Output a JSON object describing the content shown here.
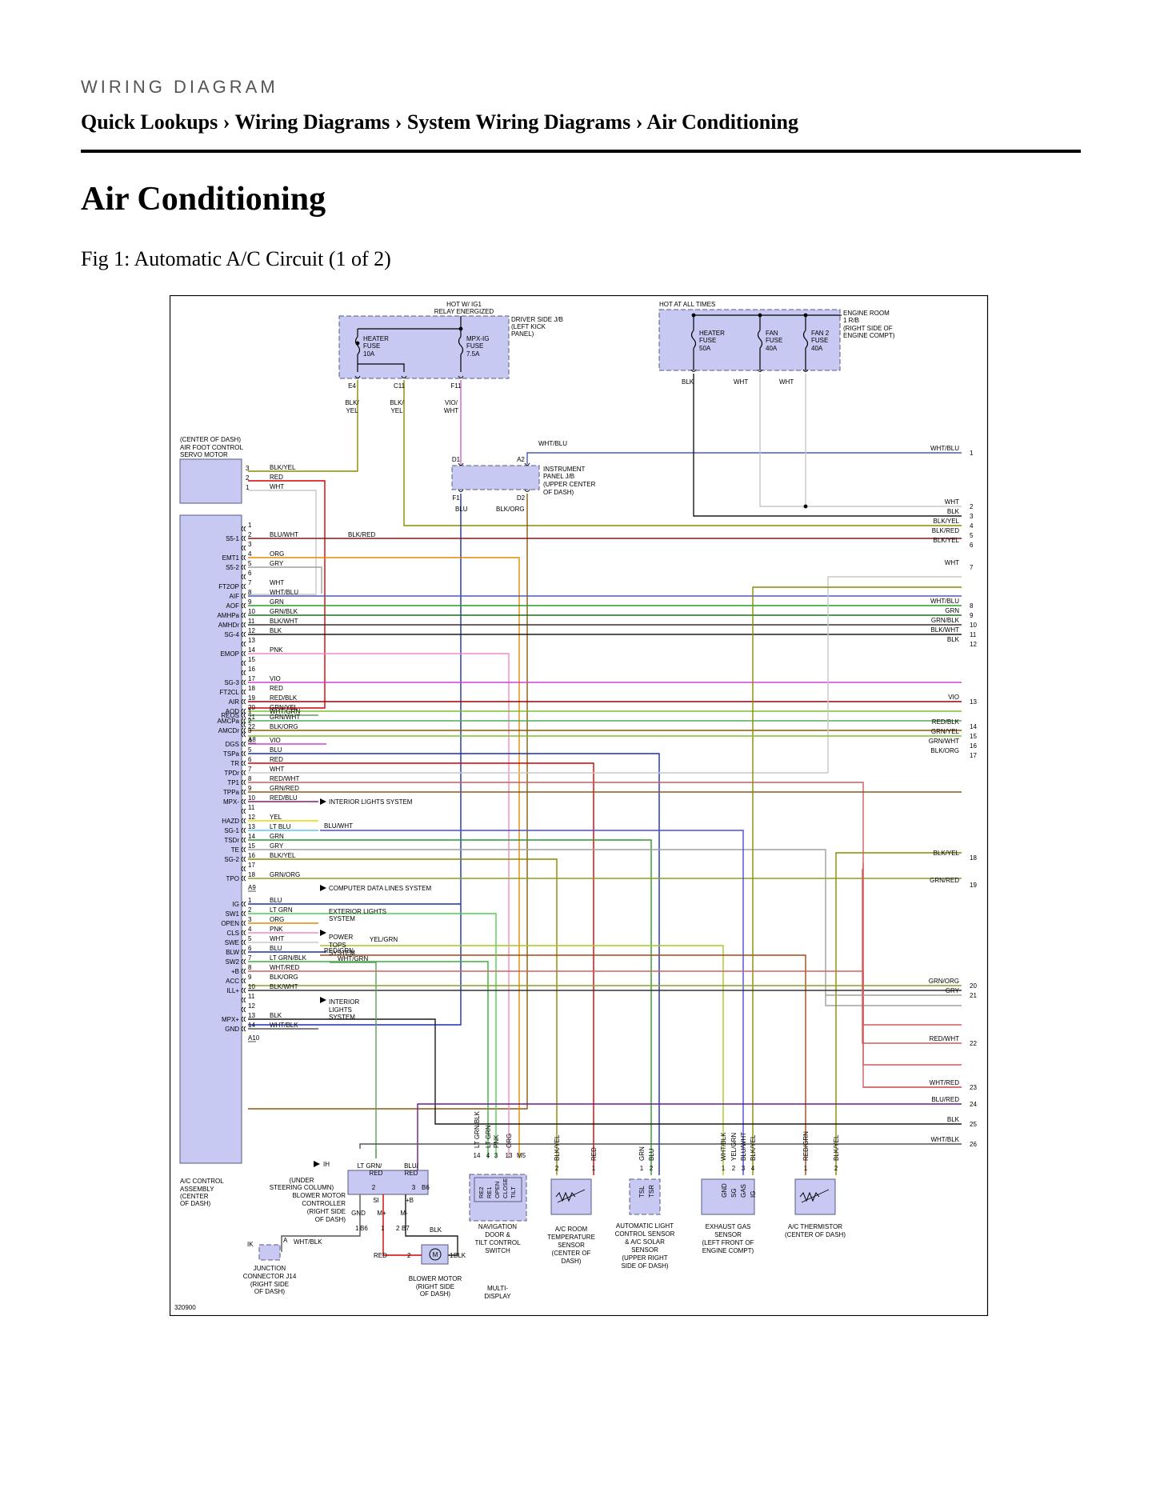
{
  "header": {
    "kicker": "WIRING DIAGRAM",
    "breadcrumbs": [
      "Quick Lookups",
      "Wiring Diagrams",
      "System Wiring Diagrams",
      "Air Conditioning"
    ],
    "separator": " › "
  },
  "page": {
    "title": "Air Conditioning",
    "figure_caption": "Fig 1: Automatic A/C Circuit (1 of 2)"
  },
  "diagram": {
    "figure_id": "320900",
    "colors": {
      "module": "#c7c9f2",
      "module_stroke": "#5a5a80",
      "frame": "#000000"
    },
    "labels": {
      "hot_ig1": "HOT W/ IG1",
      "relay": "RELAY ENERGIZED",
      "hot_all": "HOT AT ALL TIMES",
      "driver_jb_1": "DRIVER SIDE J/B",
      "driver_jb_2": "(LEFT KICK",
      "driver_jb_3": "PANEL)",
      "er_rb_1": "ENGINE ROOM",
      "er_rb_2": "1 R/B",
      "er_rb_3": "(RIGHT SIDE OF",
      "er_rb_4": "ENGINE COMPT)",
      "ip_jb_1": "INSTRUMENT",
      "ip_jb_2": "PANEL J/B",
      "ip_jb_3": "(UPPER CENTER",
      "ip_jb_4": "OF DASH)",
      "servo_1": "(CENTER OF DASH)",
      "servo_2": "AIR FOOT CONTROL",
      "servo_3": "SERVO MOTOR",
      "acc_1": "A/C CONTROL",
      "acc_2": "ASSEMBLY",
      "acc_3": "(CENTER",
      "acc_4": "OF DASH)",
      "interior_lights": "INTERIOR LIGHTS SYSTEM",
      "comp_data": "COMPUTER DATA LINES SYSTEM",
      "ext_lights_1": "EXTERIOR LIGHTS",
      "ext_lights_2": "SYSTEM",
      "power_tops_1": "POWER",
      "power_tops_2": "TOPS",
      "power_tops_3": "SYSTEM",
      "int_lights_1": "INTERIOR",
      "int_lights_2": "LIGHTS",
      "int_lights_3": "SYSTEM",
      "ih": "IH",
      "under_sc_1": "(UNDER",
      "under_sc_2": "STEERING COLUMN)",
      "bmc_1": "BLOWER MOTOR",
      "bmc_2": "CONTROLLER",
      "bmc_3": "(RIGHT SIDE",
      "bmc_4": "OF DASH)",
      "bm_1": "BLOWER MOTOR",
      "bm_2": "(RIGHT SIDE",
      "bm_3": "OF DASH)",
      "jc_1": "JUNCTION",
      "jc_2": "CONNECTOR J14",
      "jc_3": "(RIGHT SIDE",
      "jc_4": "OF DASH)",
      "nav_1": "NAVIGATION",
      "nav_2": "DOOR &",
      "nav_3": "TILT CONTROL",
      "nav_4": "SWITCH",
      "multi_1": "MULTI-",
      "multi_2": "DISPLAY",
      "room_1": "A/C ROOM",
      "room_2": "TEMPERATURE",
      "room_3": "SENSOR",
      "room_4": "(CENTER OF",
      "room_5": "DASH)",
      "als_1": "AUTOMATIC LIGHT",
      "als_2": "CONTROL SENSOR",
      "als_3": "& A/C SOLAR",
      "als_4": "SENSOR",
      "als_5": "(UPPER RIGHT",
      "als_6": "SIDE OF DASH)",
      "exh_1": "EXHAUST GAS",
      "exh_2": "SENSOR",
      "exh_3": "(LEFT FRONT OF",
      "exh_4": "ENGINE COMPT)",
      "therm_1": "A/C THERMISTOR",
      "therm_2": "(CENTER OF DASH)"
    },
    "fuses": [
      {
        "name": "HEATER",
        "l2": "FUSE",
        "rating": "10A"
      },
      {
        "name": "MPX-IG",
        "l2": "FUSE",
        "rating": "7.5A"
      },
      {
        "name": "HEATER",
        "l2": "FUSE",
        "rating": "50A"
      },
      {
        "name": "FAN",
        "l2": "FUSE",
        "rating": "40A"
      },
      {
        "name": "FAN 2",
        "l2": "FUSE",
        "rating": "40A"
      }
    ],
    "pins": {
      "e4": "E4",
      "c11": "C11",
      "f11": "F11",
      "d1": "D1",
      "a2": "A2",
      "f1": "F1",
      "d2": "D2",
      "a8": "A8",
      "a9": "A9",
      "a10": "A10",
      "b6": "B6",
      "b7": "B7",
      "m5": "M5",
      "a": "A",
      "ik": "IK",
      "si": "SI",
      "plus_b": "+B",
      "gnd": "GND",
      "m_plus": "M+",
      "m_minus": "M-"
    },
    "wire_texts": {
      "e4_a": "BLK/",
      "e4_b": "YEL",
      "c11_a": "BLK/",
      "c11_b": "YEL",
      "f11_a": "VIO/",
      "f11_b": "WHT",
      "blk": "BLK",
      "wht": "WHT",
      "whtblu": "WHT/BLU",
      "blu": "BLU",
      "blkorg": "BLK/ORG",
      "blkred": "BLK/RED",
      "bluwht": "BLU/WHT",
      "redgrn": "RED/GRN",
      "yelgrn": "YEL/GRN",
      "whtgrn": "WHT/GRN",
      "whtblk": "WHT/BLK",
      "red": "RED",
      "ltgrnred_a": "LT GRN/",
      "ltgrnred_b": "RED",
      "blured_a": "BLU/",
      "blured_b": "RED"
    },
    "servo_pins": [
      {
        "n": "3",
        "wire": "BLK/YEL"
      },
      {
        "n": "2",
        "wire": "RED"
      },
      {
        "n": "1",
        "wire": "WHT"
      }
    ],
    "conn_a8": [
      {
        "n": "1",
        "t": "",
        "wire": ""
      },
      {
        "n": "2",
        "t": "S5-1",
        "wire": "BLU/WHT"
      },
      {
        "n": "3",
        "t": "",
        "wire": ""
      },
      {
        "n": "4",
        "t": "EMT1",
        "wire": "ORG"
      },
      {
        "n": "5",
        "t": "S5-2",
        "wire": "GRY"
      },
      {
        "n": "6",
        "t": "",
        "wire": ""
      },
      {
        "n": "7",
        "t": "FT2OP",
        "wire": "WHT"
      },
      {
        "n": "8",
        "t": "AIF",
        "wire": "WHT/BLU"
      },
      {
        "n": "9",
        "t": "AOF",
        "wire": "GRN"
      },
      {
        "n": "10",
        "t": "AMHPa",
        "wire": "GRN/BLK"
      },
      {
        "n": "11",
        "t": "AMHDr",
        "wire": "BLK/WHT"
      },
      {
        "n": "12",
        "t": "SG-4",
        "wire": "BLK"
      },
      {
        "n": "13",
        "t": "",
        "wire": ""
      },
      {
        "n": "14",
        "t": "EMOP",
        "wire": "PNK"
      },
      {
        "n": "15",
        "t": "",
        "wire": ""
      },
      {
        "n": "16",
        "t": "",
        "wire": ""
      },
      {
        "n": "17",
        "t": "SG-3",
        "wire": "VIO"
      },
      {
        "n": "18",
        "t": "FT2CL",
        "wire": "RED"
      },
      {
        "n": "19",
        "t": "AIR",
        "wire": "RED/BLK"
      },
      {
        "n": "20",
        "t": "AOD",
        "wire": "GRN/YEL"
      },
      {
        "n": "21",
        "t": "AMCPa",
        "wire": "GRN/WHT"
      },
      {
        "n": "22",
        "t": "AMCDr",
        "wire": "BLK/ORG"
      }
    ],
    "conn_a9": [
      {
        "n": "1",
        "t": "REOS",
        "wire": "WHT/GRN"
      },
      {
        "n": "2",
        "t": "",
        "wire": ""
      },
      {
        "n": "3",
        "t": "",
        "wire": ""
      },
      {
        "n": "4",
        "t": "DGS",
        "wire": "VIO"
      },
      {
        "n": "5",
        "t": "TSPa",
        "wire": "BLU"
      },
      {
        "n": "6",
        "t": "TR",
        "wire": "RED"
      },
      {
        "n": "7",
        "t": "TPDr",
        "wire": "WHT"
      },
      {
        "n": "8",
        "t": "TP1",
        "wire": "RED/WHT"
      },
      {
        "n": "9",
        "t": "TPPa",
        "wire": "GRN/RED"
      },
      {
        "n": "10",
        "t": "MPX-",
        "wire": "RED/BLU"
      },
      {
        "n": "11",
        "t": "",
        "wire": ""
      },
      {
        "n": "12",
        "t": "HAZD",
        "wire": "YEL"
      },
      {
        "n": "13",
        "t": "SG-1",
        "wire": "LT BLU"
      },
      {
        "n": "14",
        "t": "TSDr",
        "wire": "GRN"
      },
      {
        "n": "15",
        "t": "TE",
        "wire": "GRY"
      },
      {
        "n": "16",
        "t": "SG-2",
        "wire": "BLK/YEL"
      },
      {
        "n": "17",
        "t": "",
        "wire": ""
      },
      {
        "n": "18",
        "t": "TPO",
        "wire": "GRN/ORG"
      }
    ],
    "conn_a10": [
      {
        "n": "1",
        "t": "IG",
        "wire": "BLU"
      },
      {
        "n": "2",
        "t": "SW1",
        "wire": "LT GRN"
      },
      {
        "n": "3",
        "t": "OPEN",
        "wire": "ORG"
      },
      {
        "n": "4",
        "t": "CLS",
        "wire": "PNK"
      },
      {
        "n": "5",
        "t": "SWE",
        "wire": "WHT"
      },
      {
        "n": "6",
        "t": "BLW",
        "wire": "BLU"
      },
      {
        "n": "7",
        "t": "SW2",
        "wire": "LT GRN/BLK"
      },
      {
        "n": "8",
        "t": "+B",
        "wire": "WHT/RED"
      },
      {
        "n": "9",
        "t": "ACC",
        "wire": "BLK/ORG"
      },
      {
        "n": "10",
        "t": "ILL+",
        "wire": "BLK/WHT"
      },
      {
        "n": "11",
        "t": "",
        "wire": ""
      },
      {
        "n": "12",
        "t": "",
        "wire": ""
      },
      {
        "n": "13",
        "t": "MPX+",
        "wire": "BLK"
      },
      {
        "n": "14",
        "t": "GND",
        "wire": "WHT/BLK"
      }
    ],
    "right_refs": [
      {
        "n": "1",
        "wire": "WHT/BLU"
      },
      {
        "n": "2",
        "wire": "WHT"
      },
      {
        "n": "3",
        "wire": "BLK"
      },
      {
        "n": "4",
        "wire": "BLK/YEL"
      },
      {
        "n": "5",
        "wire": "BLK/RED"
      },
      {
        "n": "6",
        "wire": "BLK/YEL"
      },
      {
        "n": "7",
        "wire": "WHT"
      },
      {
        "n": "8",
        "wire": "WHT/BLU"
      },
      {
        "n": "9",
        "wire": "GRN"
      },
      {
        "n": "10",
        "wire": "GRN/BLK"
      },
      {
        "n": "11",
        "wire": "BLK/WHT"
      },
      {
        "n": "12",
        "wire": "BLK"
      },
      {
        "n": "13",
        "wire": "VIO"
      },
      {
        "n": "14",
        "wire": "RED/BLK"
      },
      {
        "n": "15",
        "wire": "GRN/YEL"
      },
      {
        "n": "16",
        "wire": "GRN/WHT"
      },
      {
        "n": "17",
        "wire": "BLK/ORG"
      },
      {
        "n": "18",
        "wire": "BLK/YEL"
      },
      {
        "n": "19",
        "wire": "GRN/RED"
      },
      {
        "n": "20",
        "wire": "GRN/ORG"
      },
      {
        "n": "21",
        "wire": "GRY"
      },
      {
        "n": "22",
        "wire": "RED/WHT"
      },
      {
        "n": "23",
        "wire": "WHT/RED"
      },
      {
        "n": "24",
        "wire": "BLU/RED"
      },
      {
        "n": "25",
        "wire": "BLK"
      },
      {
        "n": "26",
        "wire": "WHT/BLK"
      }
    ],
    "bottom_wires": {
      "m5": [
        "14",
        "LT GRN/BLK",
        "4",
        "LT GRN",
        "3",
        "PNK",
        "13",
        "ORG"
      ],
      "room": [
        "2",
        "BLK/YEL",
        "1",
        "RED"
      ],
      "als": [
        "1",
        "GRN",
        "2",
        "BLU"
      ],
      "exh": [
        "1",
        "WHT/BLK",
        "2",
        "YEL/GRN",
        "3",
        "BLU/WHT",
        "4",
        "BLK/YEL"
      ],
      "therm": [
        "1",
        "RED/GRN",
        "2",
        "BLK/YEL"
      ]
    },
    "component_pins": {
      "nav": [
        "RE2",
        "RE1",
        "OPEN",
        "CLOSE",
        "TILT"
      ],
      "als": [
        "TSL",
        "TSR"
      ],
      "exh": [
        "GND",
        "SG",
        "GAS",
        "IG"
      ],
      "motor": "M",
      "motor_pins": [
        "2",
        "1"
      ],
      "bmc_pins": [
        "2",
        "3",
        "1",
        "2"
      ],
      "a_pin": "A"
    }
  }
}
